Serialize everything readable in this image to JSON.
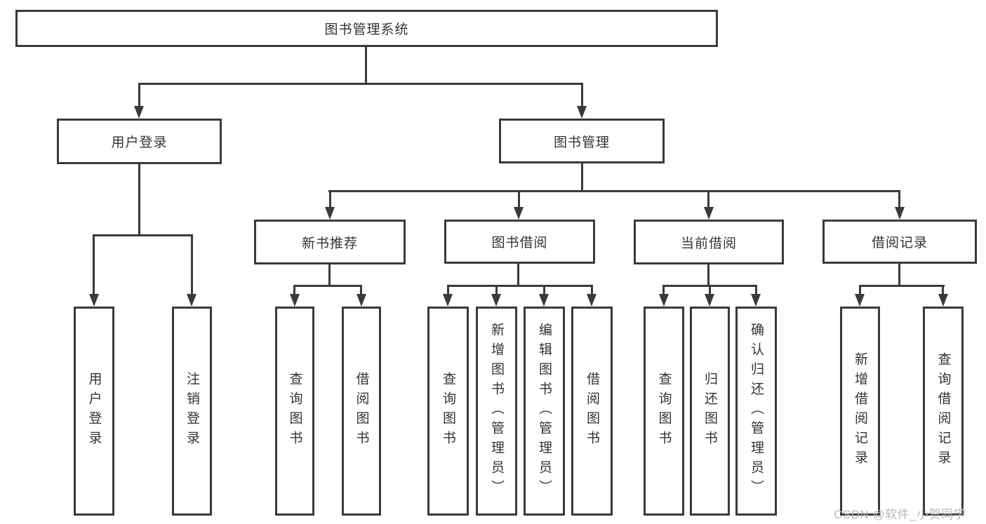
{
  "tree": {
    "label": "图书管理系统",
    "children": [
      {
        "label": "用户登录",
        "children": [
          {
            "label": "用户登录"
          },
          {
            "label": "注销登录"
          }
        ]
      },
      {
        "label": "图书管理",
        "children": [
          {
            "label": "新书推荐",
            "children": [
              {
                "label": "查询图书"
              },
              {
                "label": "借阅图书"
              }
            ]
          },
          {
            "label": "图书借阅",
            "children": [
              {
                "label": "查询图书"
              },
              {
                "label": "新增图书（管理员）"
              },
              {
                "label": "编辑图书（管理员）"
              },
              {
                "label": "借阅图书"
              }
            ]
          },
          {
            "label": "当前借阅",
            "children": [
              {
                "label": "查询图书"
              },
              {
                "label": "归还图书"
              },
              {
                "label": "确认归还（管理员）"
              }
            ]
          },
          {
            "label": "借阅记录",
            "children": [
              {
                "label": "新增借阅记录"
              },
              {
                "label": "查询借阅记录"
              }
            ]
          }
        ]
      }
    ]
  },
  "watermark": {
    "text": "CSDN @软件_小贺同学"
  },
  "colors": {
    "line": "#3a3a3a",
    "box_fill": "#ffffff",
    "text": "#333333",
    "watermark": "#b9b9b9"
  }
}
